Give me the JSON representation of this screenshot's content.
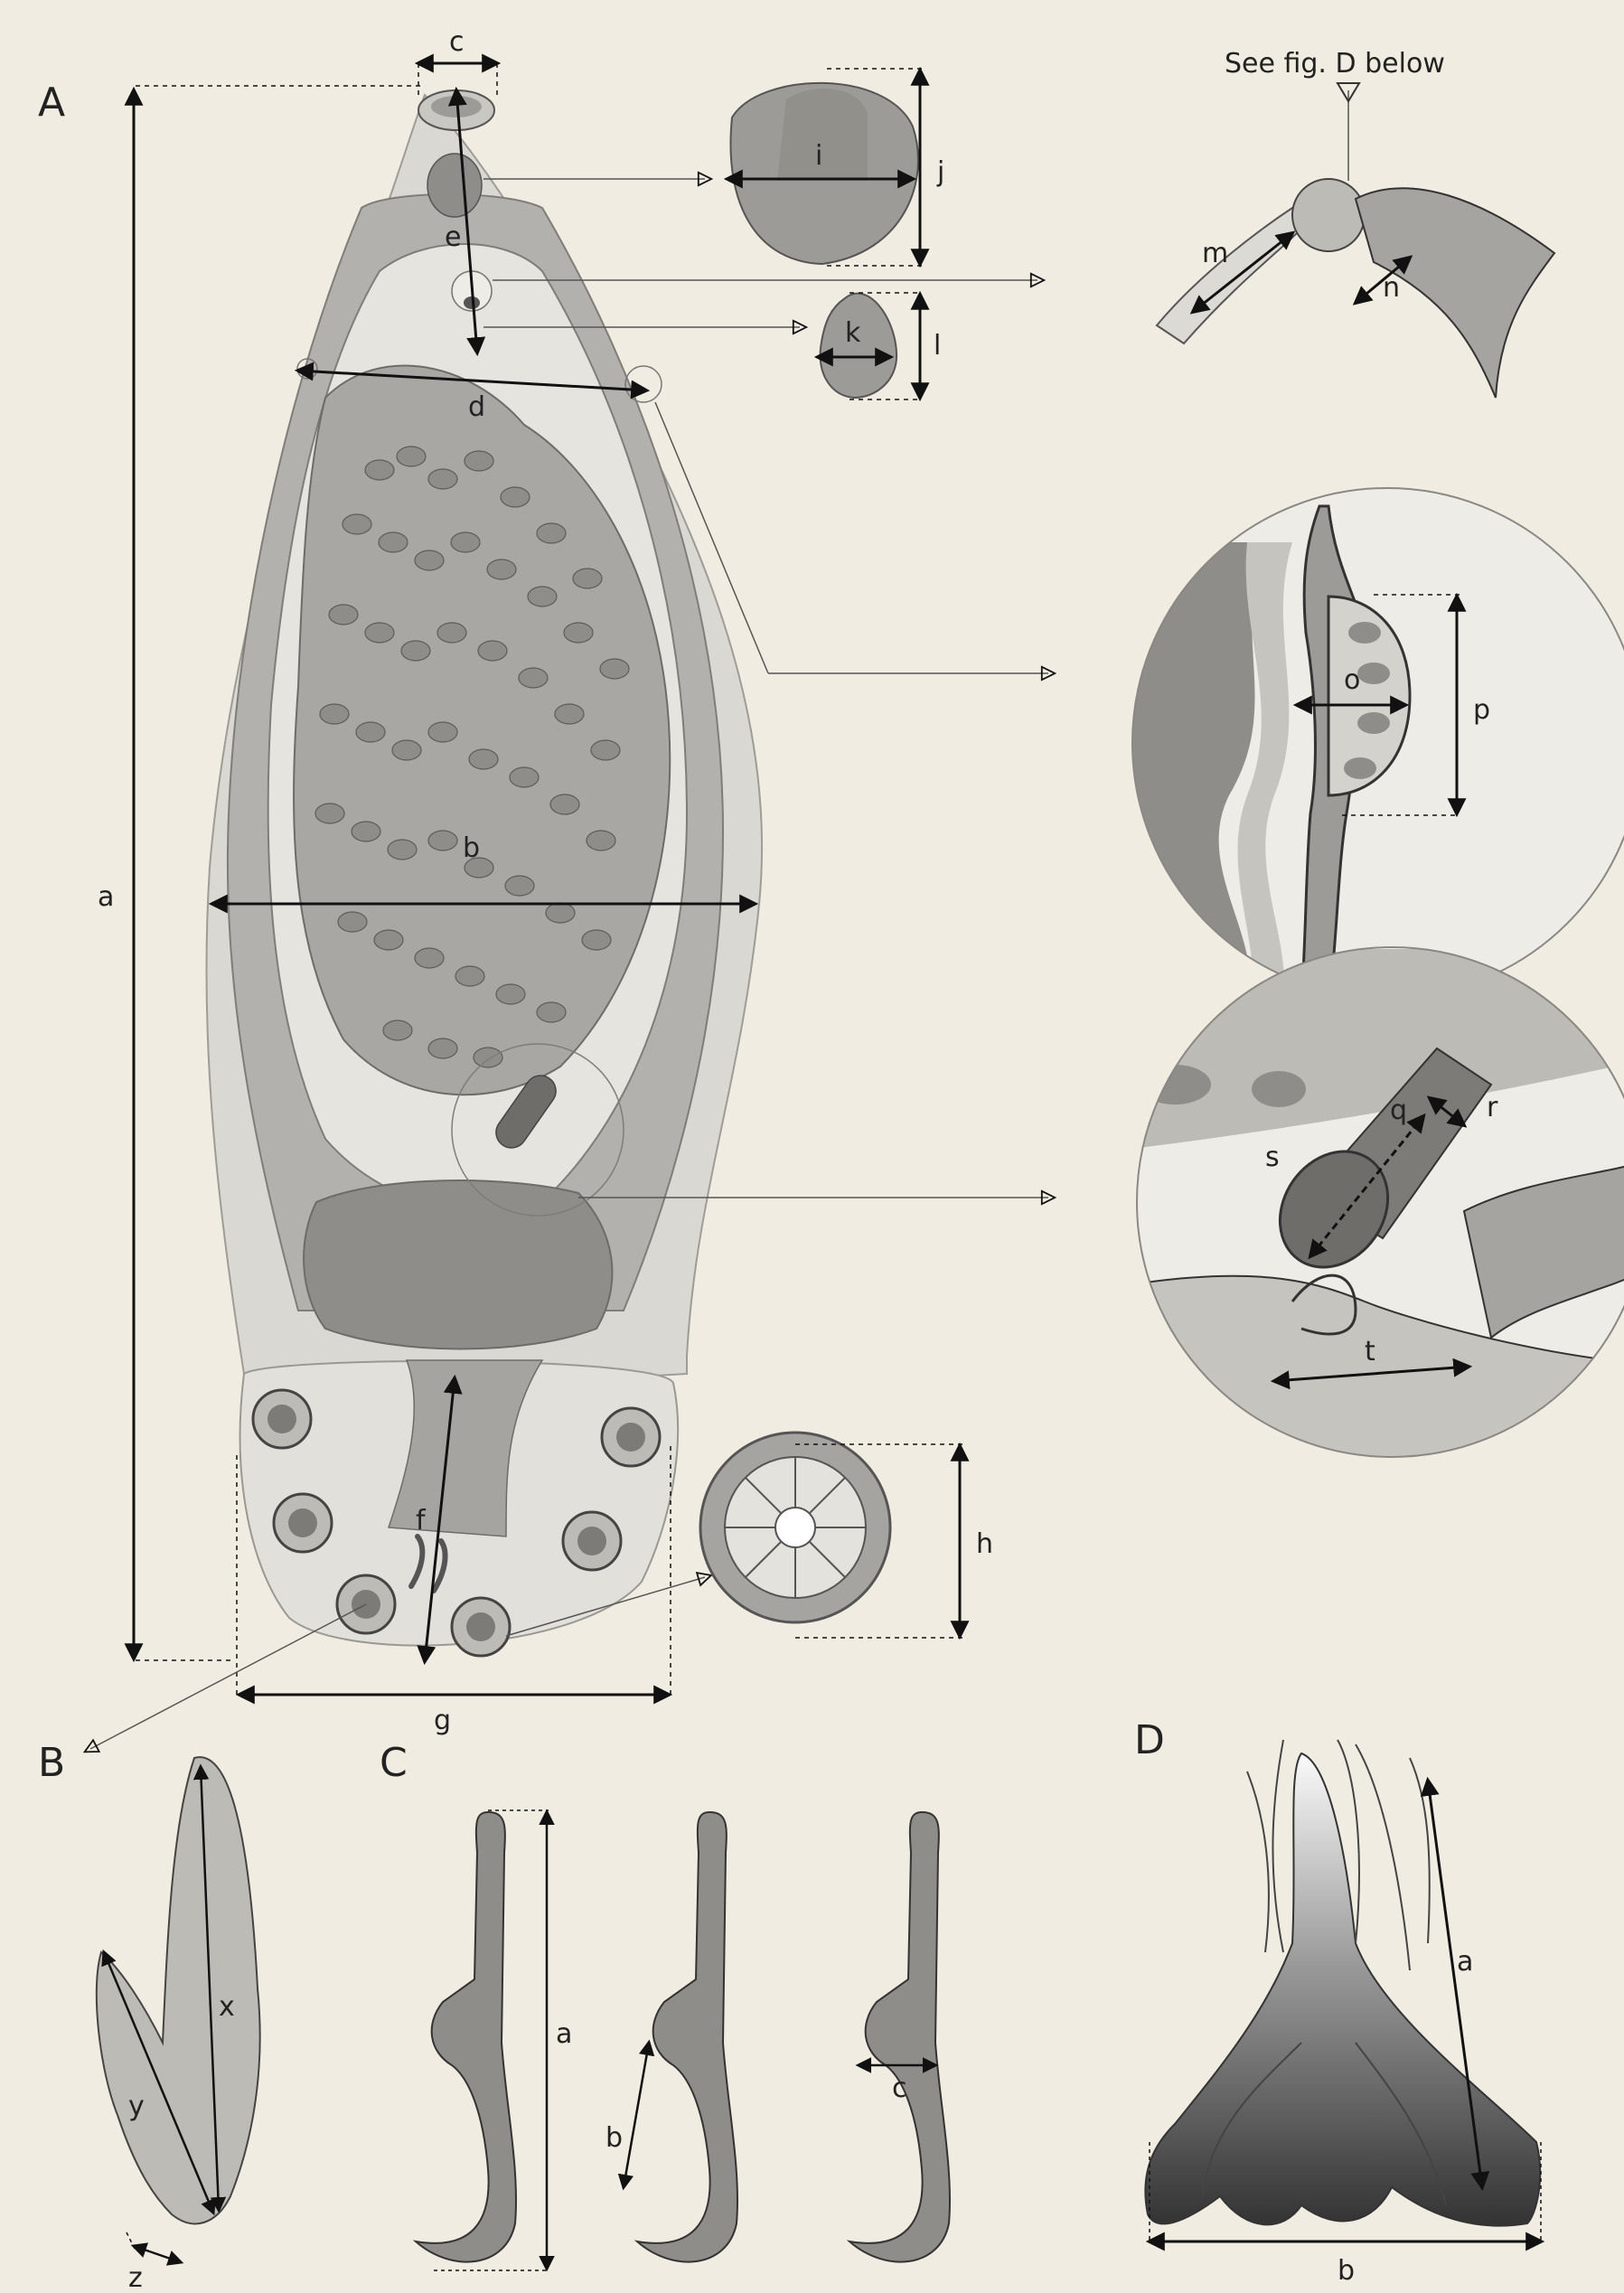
{
  "panels": {
    "A": "A",
    "B": "B",
    "C": "C",
    "D": "D"
  },
  "note": "See fig. D below",
  "labels": {
    "a": "a",
    "b": "b",
    "c": "c",
    "d": "d",
    "e": "e",
    "f": "f",
    "g": "g",
    "h": "h",
    "i": "i",
    "j": "j",
    "k": "k",
    "l": "l",
    "m": "m",
    "n": "n",
    "o": "o",
    "p": "p",
    "q": "q",
    "r": "r",
    "s": "s",
    "t": "t"
  },
  "panel_b_labels": {
    "x": "x",
    "y": "y",
    "z": "z"
  },
  "panel_c_labels": {
    "a": "a",
    "b": "b",
    "c": "c"
  },
  "panel_d_labels": {
    "a": "a",
    "b": "b"
  },
  "colors": {
    "background": "#f1ece1",
    "tissue_light": "#d8d5cf",
    "tissue_mid": "#a6a4a0",
    "tissue_dark": "#7d7b78",
    "line": "#111111"
  }
}
